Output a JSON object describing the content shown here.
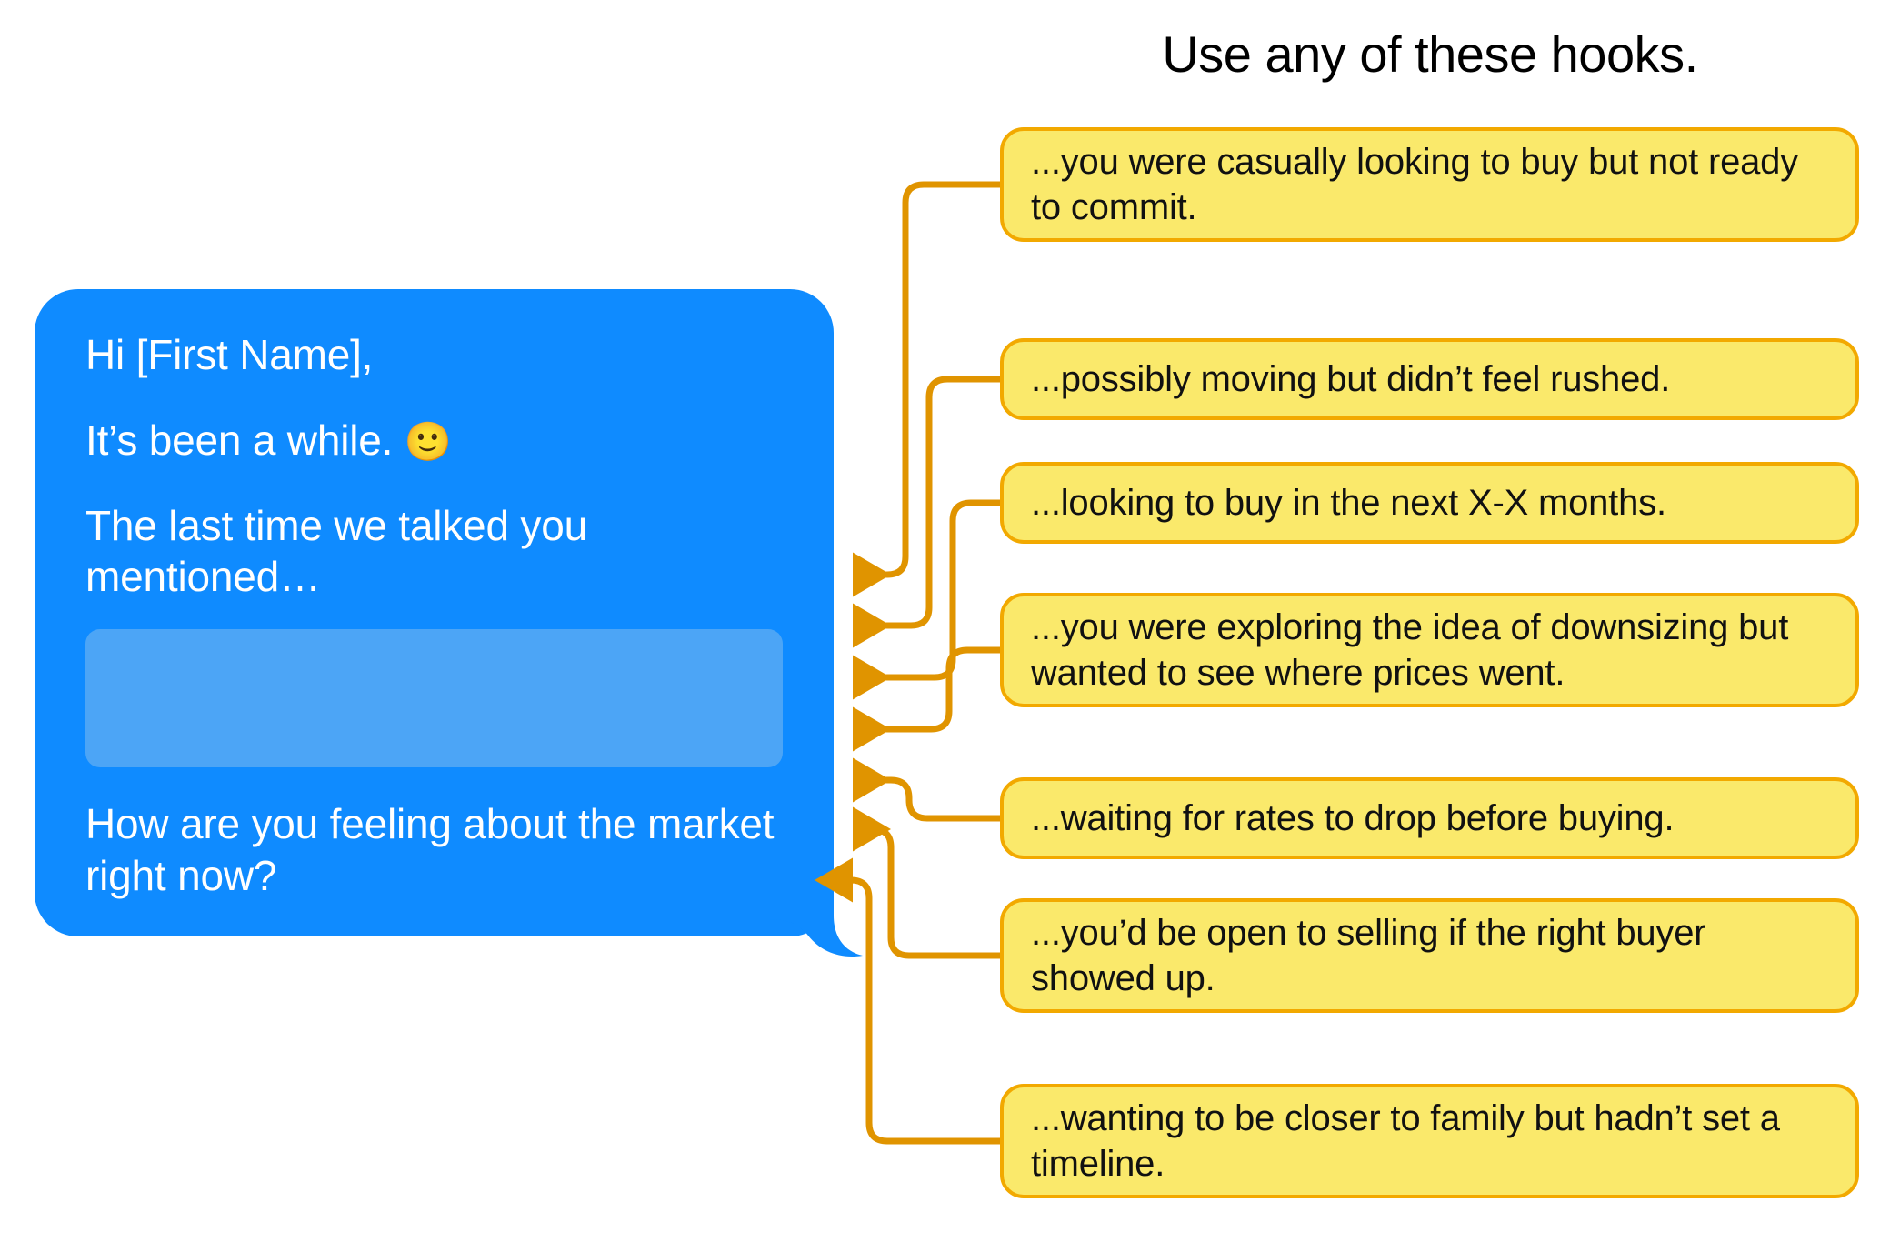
{
  "title": "Use any of these hooks.",
  "message": {
    "greeting": "Hi [First Name],",
    "line_2": "It’s been a while.",
    "emoji": "🙂",
    "line_3": "The last time we talked you mentioned…",
    "closing": "How are you feeling about the market right now?",
    "placeholder_label": ""
  },
  "hooks": [
    {
      "text": "...you were casually looking to buy but not ready to commit."
    },
    {
      "text": "...possibly moving but didn’t feel rushed."
    },
    {
      "text": "...looking to buy in the next X-X months."
    },
    {
      "text": "...you were exploring the idea of downsizing but wanted to see where prices went."
    },
    {
      "text": "...waiting for rates to drop before buying."
    },
    {
      "text": "...you’d be open to selling if the right buyer showed up."
    },
    {
      "text": "...wanting to be closer to family but hadn’t set a timeline."
    }
  ],
  "colors": {
    "bubble_blue": "#0f8bff",
    "bubble_blue_light": "#4ca5f6",
    "hook_yellow": "#fae96b",
    "hook_border": "#f2a900",
    "connector": "#e09400",
    "text_white": "#ffffff",
    "text_black": "#111111",
    "background": "#ffffff"
  }
}
